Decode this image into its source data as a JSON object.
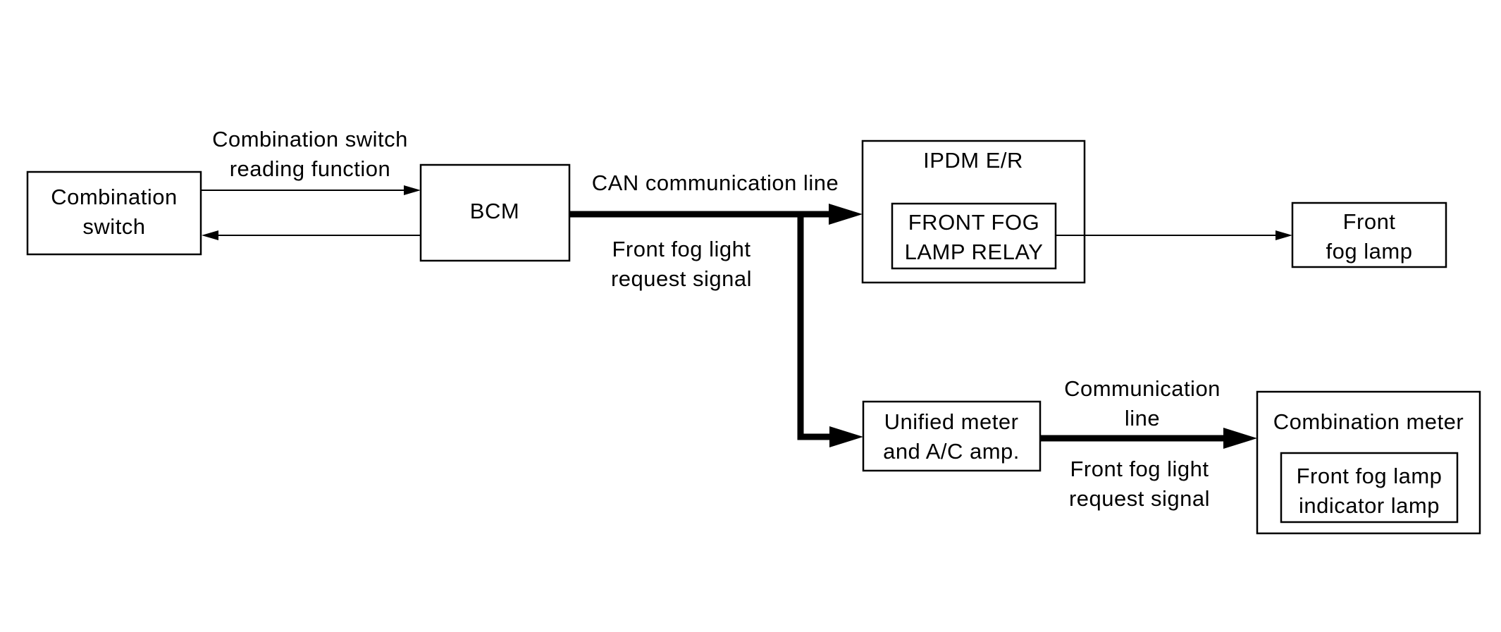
{
  "nodes": {
    "combination_switch": [
      "Combination",
      "switch"
    ],
    "bcm": [
      "BCM"
    ],
    "ipdm": [
      "IPDM E/R"
    ],
    "front_fog_lamp_relay": [
      "FRONT FOG",
      "LAMP RELAY"
    ],
    "front_fog_lamp": [
      "Front",
      "fog lamp"
    ],
    "unified_meter": [
      "Unified meter",
      "and A/C amp."
    ],
    "combination_meter": [
      "Combination meter"
    ],
    "front_fog_lamp_indicator": [
      "Front fog lamp",
      "indicator lamp"
    ]
  },
  "labels": {
    "switch_reading": [
      "Combination switch",
      "reading function"
    ],
    "can_line": [
      "CAN communication line"
    ],
    "fog_request_1": [
      "Front fog light",
      "request signal"
    ],
    "comm_line": [
      "Communication",
      "line"
    ],
    "fog_request_2": [
      "Front fog light",
      "request signal"
    ]
  }
}
